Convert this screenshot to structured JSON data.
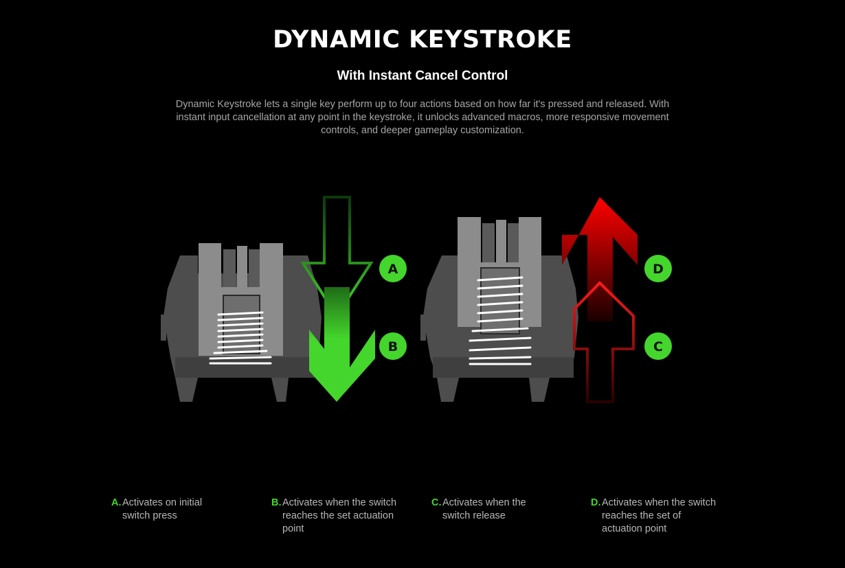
{
  "header": {
    "title": "DYNAMIC KEYSTROKE",
    "subtitle": "With Instant Cancel Control",
    "description": "Dynamic Keystroke lets a single key perform up to four actions based on how far it's pressed and released. With instant input cancellation at any point in the keystroke, it unlocks advanced macros, more responsive movement controls, and deeper gameplay customization."
  },
  "diagram": {
    "badges": [
      "A",
      "B",
      "C",
      "D"
    ],
    "colors": {
      "press_accent": "#44d62c",
      "release_accent": "#e00000",
      "switch_housing": "#4d4d4d",
      "switch_stem": "#8c8c8c"
    }
  },
  "callouts": [
    {
      "letter": "A.",
      "text": "Activates on initial switch press"
    },
    {
      "letter": "B.",
      "text": "Activates when the switch reaches the set actuation point"
    },
    {
      "letter": "C.",
      "text": "Activates when the switch release"
    },
    {
      "letter": "D.",
      "text": "Activates when the switch reaches the set of actuation point"
    }
  ]
}
